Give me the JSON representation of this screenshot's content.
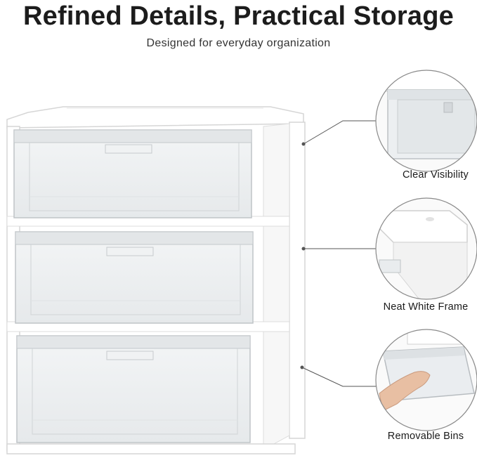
{
  "header": {
    "title": "Refined Details, Practical Storage",
    "subtitle": "Designed for everyday organization"
  },
  "callouts": [
    {
      "label": "Clear Visibility",
      "detail": "clear-drawer-corner"
    },
    {
      "label": "Neat White Frame",
      "detail": "white-frame-corner"
    },
    {
      "label": "Removable Bins",
      "detail": "hand-removing-bin"
    }
  ],
  "colors": {
    "frame": "#ffffff",
    "frame_edge": "#d9d9d9",
    "clear_plastic": "#eef1f2",
    "clear_edge": "#c9cdd0",
    "line": "#555555",
    "skin": "#e8bfa3"
  }
}
